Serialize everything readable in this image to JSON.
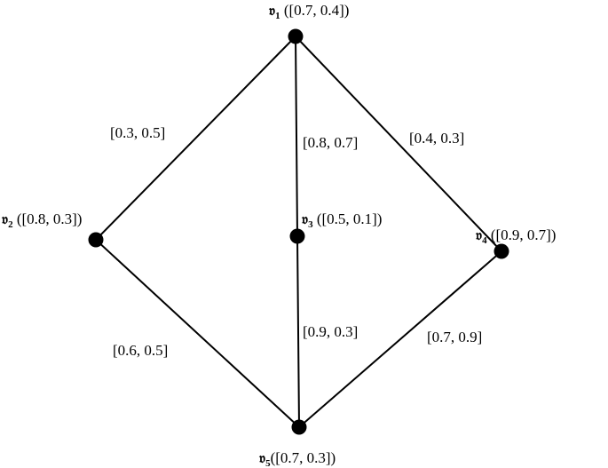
{
  "vertices": [
    {
      "id": "v1",
      "symbol": "𝔳",
      "sub": "1",
      "value": " ([0.7, 0.4])"
    },
    {
      "id": "v2",
      "symbol": "𝔳",
      "sub": "2",
      "value": " ([0.8, 0.3])"
    },
    {
      "id": "v3",
      "symbol": "𝔳",
      "sub": "3",
      "value": " ([0.5, 0.1])"
    },
    {
      "id": "v4",
      "symbol": "𝔳",
      "sub": "4",
      "value": " ([0.9, 0.7])"
    },
    {
      "id": "v5",
      "symbol": "𝔳",
      "sub": "5",
      "value": "([0.7, 0.3])"
    }
  ],
  "edges": [
    {
      "from": "v1",
      "to": "v2",
      "label": "[0.3, 0.5]"
    },
    {
      "from": "v1",
      "to": "v3",
      "label": "[0.8, 0.7]"
    },
    {
      "from": "v1",
      "to": "v4",
      "label": "[0.4, 0.3]"
    },
    {
      "from": "v2",
      "to": "v5",
      "label": "[0.6, 0.5]"
    },
    {
      "from": "v3",
      "to": "v5",
      "label": "[0.9, 0.3]"
    },
    {
      "from": "v4",
      "to": "v5",
      "label": "[0.7, 0.9]"
    }
  ]
}
